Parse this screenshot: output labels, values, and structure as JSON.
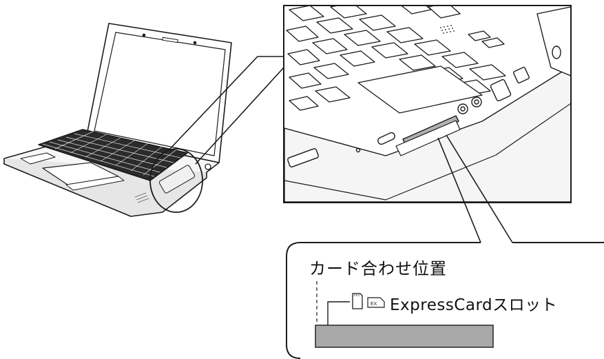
{
  "callout": {
    "title": "カード合わせ位置",
    "slot_label": "ExpressCardスロット",
    "card_icons": [
      "sd-card-icon",
      "expresscard-icon"
    ],
    "ex_icon_text": "EX"
  },
  "colors": {
    "line": "#1a1a1a",
    "card_bar": "#a9a9a9",
    "body_light": "#f4f4f4",
    "key_dark": "#2b2b2b"
  }
}
